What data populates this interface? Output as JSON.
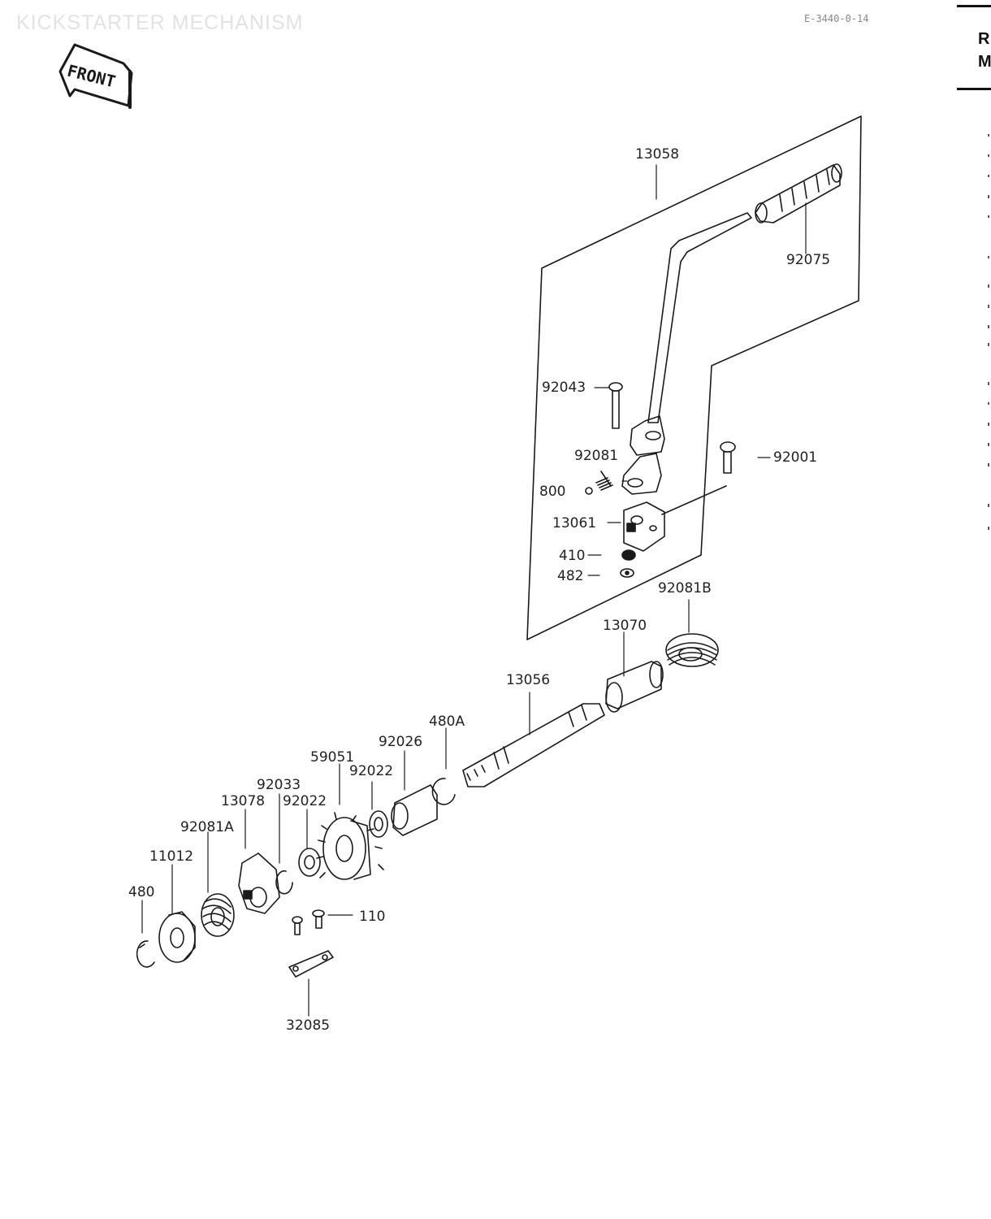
{
  "header": {
    "title": "KICKSTARTER MECHANISM",
    "ref_code": "E-3440-0-14",
    "front_label": "FRONT"
  },
  "sidebar": {
    "heading_lines": [
      "R",
      "M"
    ]
  },
  "parts": {
    "p13058": "13058",
    "p92075": "92075",
    "p92043": "92043",
    "p92081": "92081",
    "p92001": "92001",
    "p800": "800",
    "p13061": "13061",
    "p410": "410",
    "p482": "482",
    "p92081B": "92081B",
    "p13070": "13070",
    "p13056": "13056",
    "p480A": "480A",
    "p92026": "92026",
    "p59051": "59051",
    "p92022a": "92022",
    "p92033": "92033",
    "p92022b": "92022",
    "p13078": "13078",
    "p92081A": "92081A",
    "p11012": "11012",
    "p480": "480",
    "p110": "110",
    "p32085": "32085"
  },
  "colors": {
    "line": "#1a1a1a",
    "title_faded": "#e2e2e2",
    "background": "#ffffff"
  }
}
